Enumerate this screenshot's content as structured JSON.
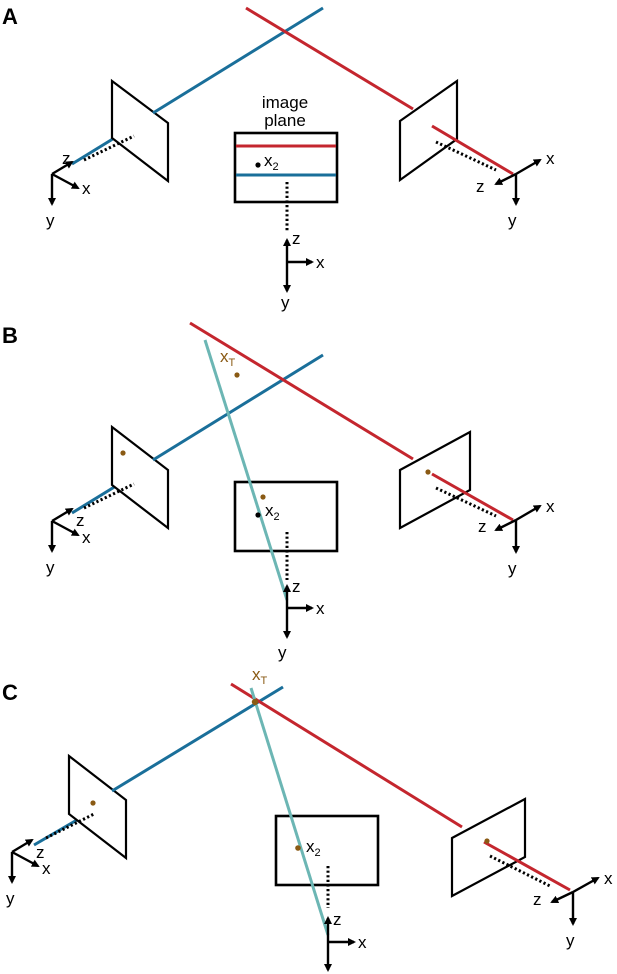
{
  "panels": [
    {
      "label": "A",
      "image_plane_label_line1": "image",
      "image_plane_label_line2": "plane"
    },
    {
      "label": "B"
    },
    {
      "label": "C"
    }
  ],
  "axes": {
    "x": "x",
    "y": "y",
    "z": "z"
  },
  "points": {
    "x2_main": "x",
    "x2_sub": "2",
    "xT_main": "x",
    "xT_sub": "T"
  },
  "colors": {
    "camera_left_ray": "#1a6f9a",
    "camera_right_ray": "#c4262e",
    "back_projected_ray": "#6cb6b4",
    "projected_point": "#8a5a14",
    "observed_point": "#000000"
  }
}
